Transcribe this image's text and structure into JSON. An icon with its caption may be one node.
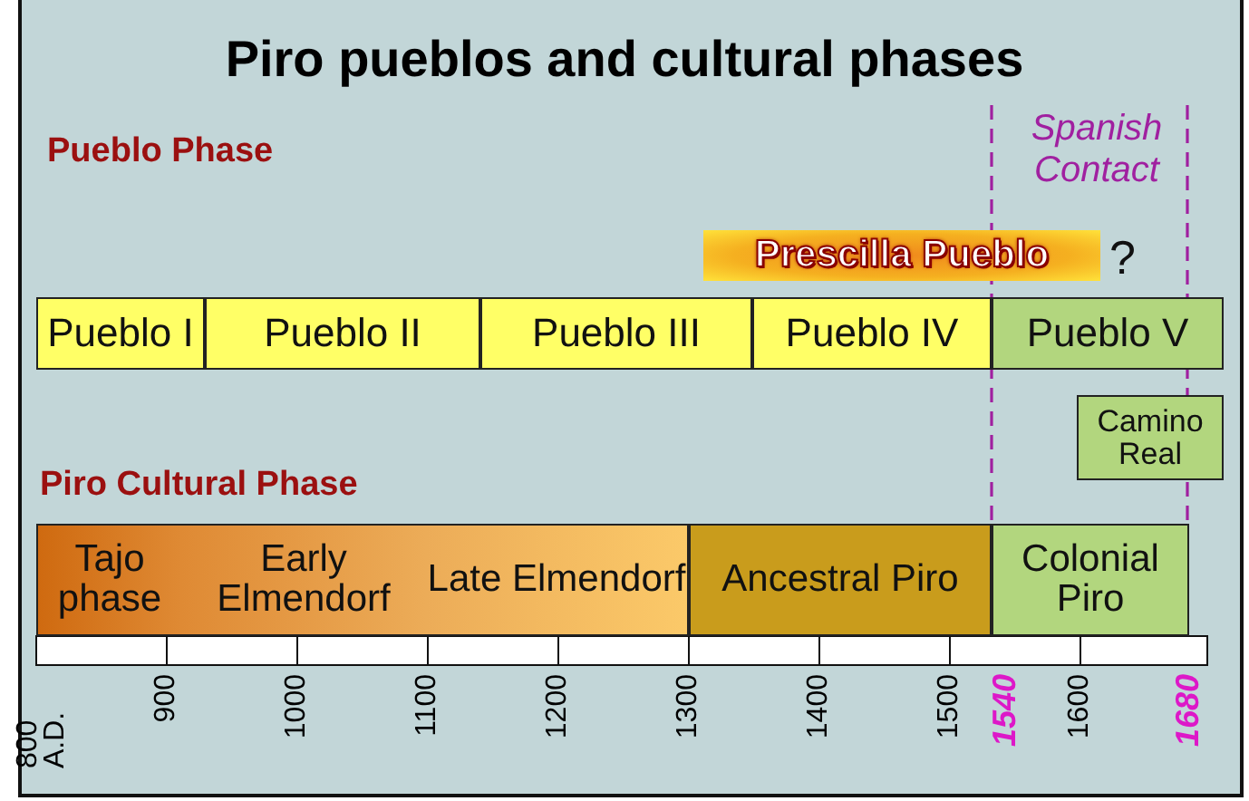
{
  "diagram": {
    "title": "Piro pueblos and cultural phases",
    "nodes": [
      {
        "text": [
          "Pueblo I"
        ]
      },
      {
        "text": [
          "Pueblo II"
        ]
      },
      {
        "text": [
          "Pueblo III"
        ]
      },
      {
        "text": [
          "Pueblo IV"
        ]
      },
      {
        "text": [
          "Pueblo V"
        ]
      },
      {
        "text": [
          "Prescilla Pueblo"
        ],
        "beside": [
          "?"
        ]
      },
      {
        "text": [
          "Camino Real"
        ]
      },
      {
        "text": [
          "Tajo phase"
        ]
      },
      {
        "text": [
          "Early Elmendorf"
        ]
      },
      {
        "text": [
          "Late Elmendorf"
        ]
      },
      {
        "text": [
          "Ancestral Piro"
        ]
      },
      {
        "text": [
          "Colonial Piro"
        ]
      }
    ],
    "edges": [],
    "labels": [
      "Pueblo Phase",
      "Spanish Contact",
      "Piro Cultural Phase",
      "800 A.D.",
      "900",
      "1000",
      "1100",
      "1200",
      "1300",
      "1400",
      "1500",
      "1540",
      "1600",
      "1680"
    ]
  }
}
